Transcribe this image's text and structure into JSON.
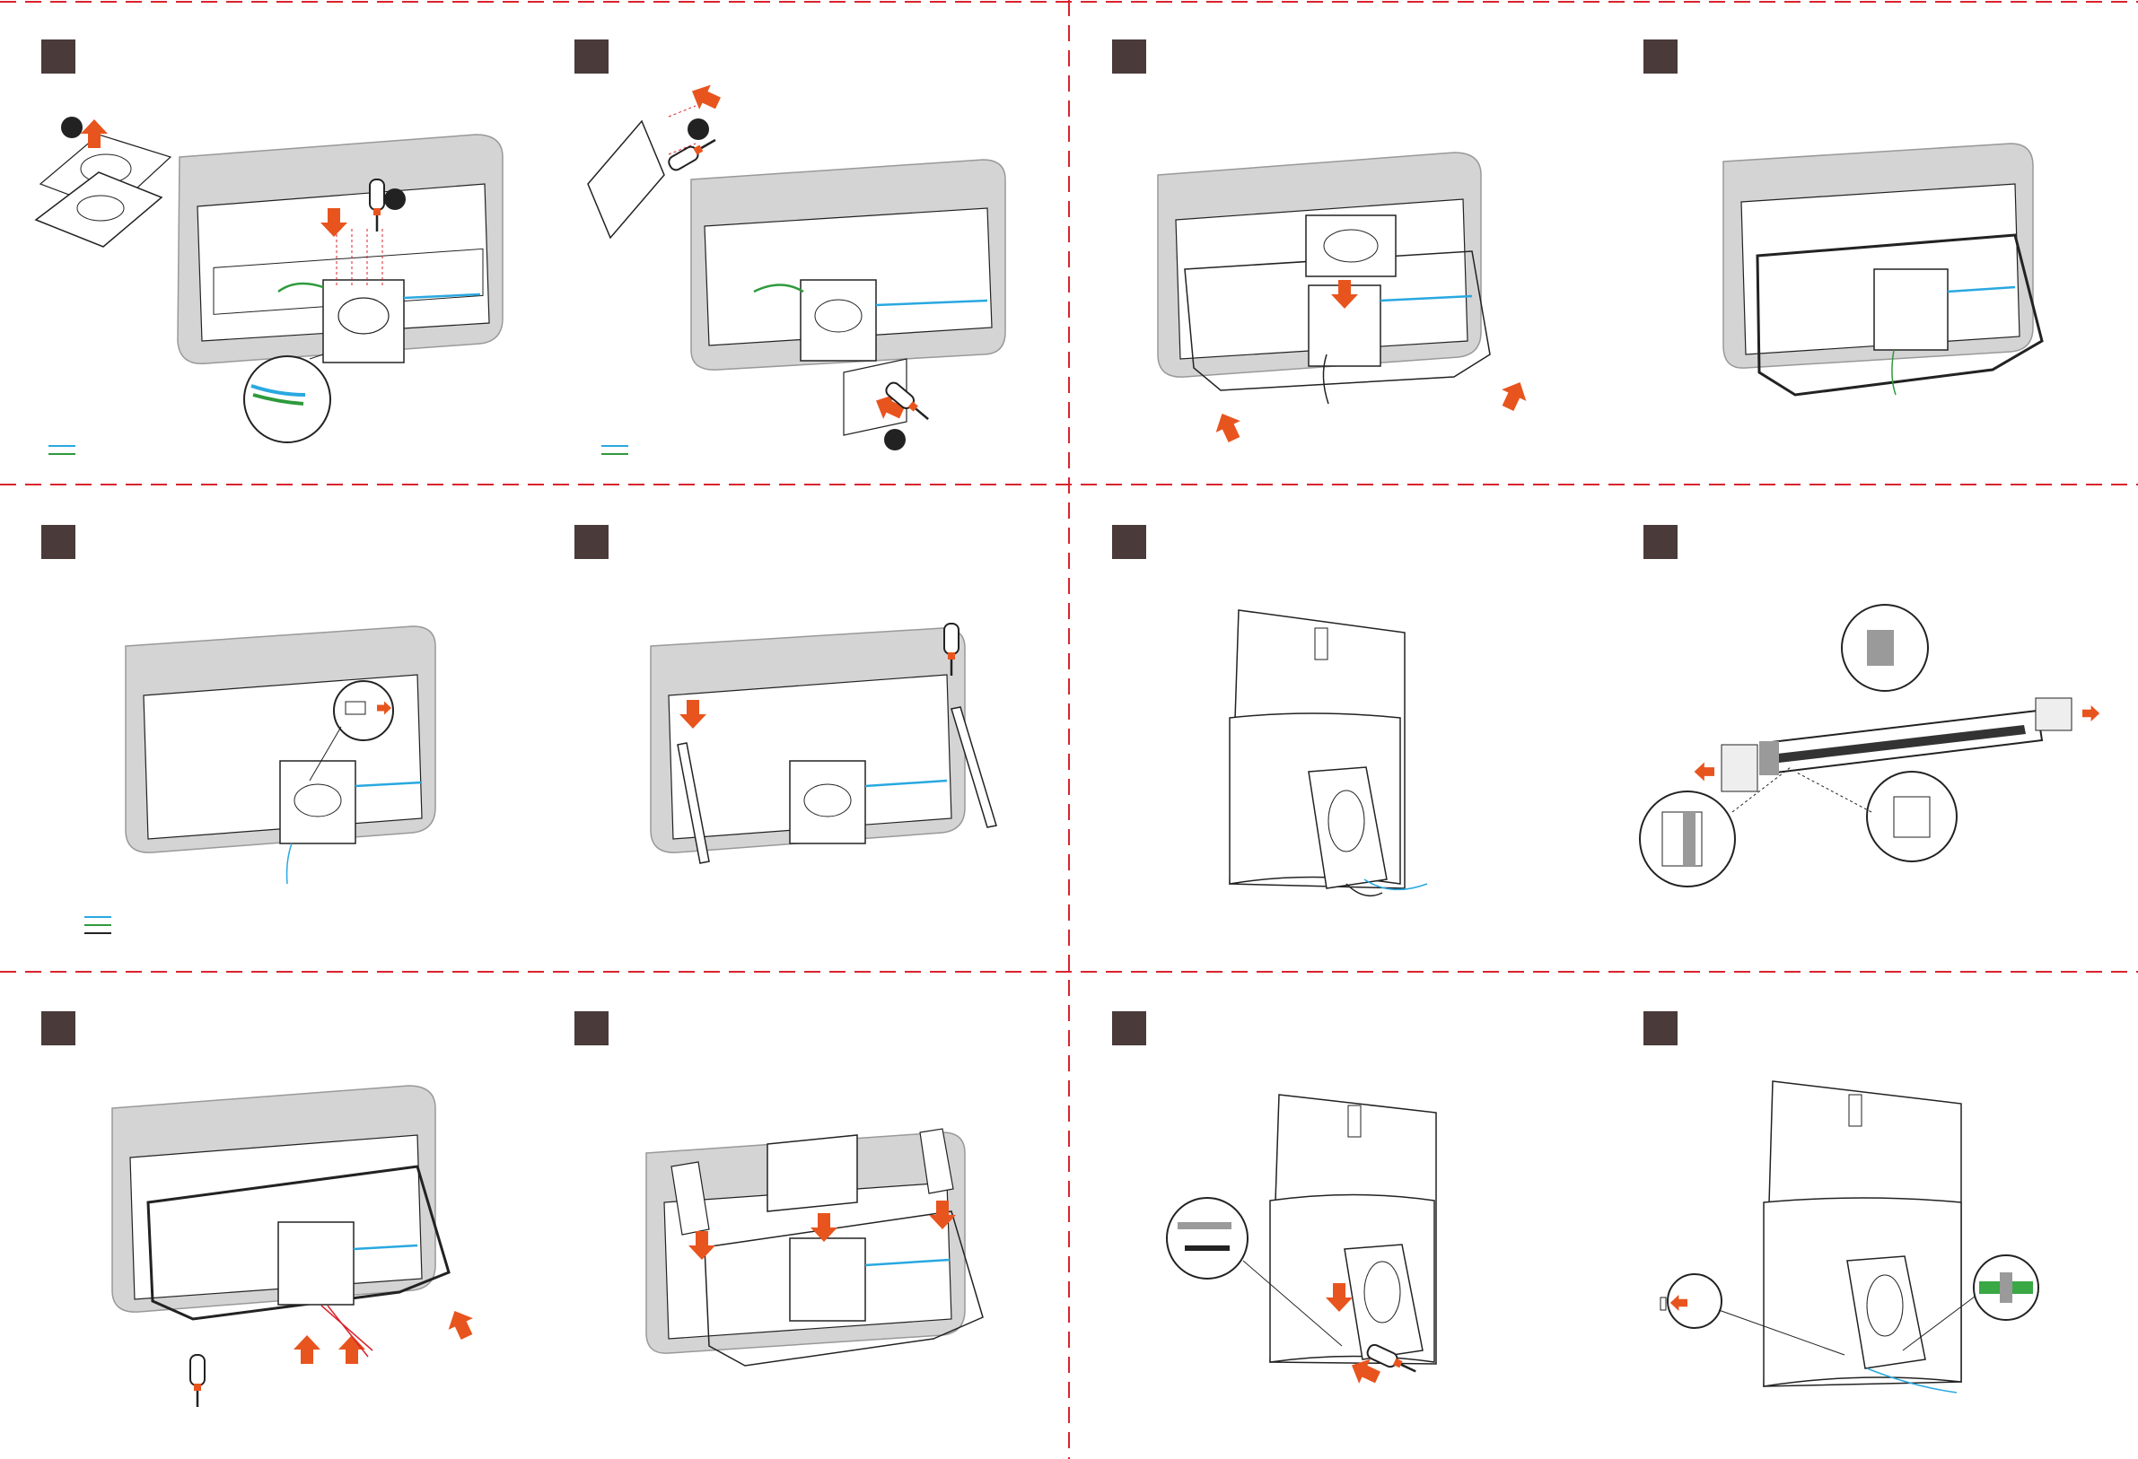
{
  "document": {
    "layout": {
      "columns": 4,
      "rows": 3
    },
    "colors": {
      "divider": "#d9232e",
      "arrow": "#e8541e",
      "step_badge": "#4a3a3a",
      "tv_frame": "#d4d4d4",
      "line": "#222222",
      "cable_blue": "#29a8e0",
      "cable_green": "#2e9a3c",
      "tape_green": "#3aa845",
      "gray_block": "#9a9a9a",
      "callout_dot": "#222222"
    },
    "panels": [
      {
        "id": 1,
        "scene": "tv-back-cover-removal",
        "icons": [
          "screwdriver-icon",
          "arrow-up-icon",
          "arrow-down-icon",
          "magnifier-callout-icon",
          "legend-lines-icon"
        ]
      },
      {
        "id": 2,
        "scene": "bracket-plate-mounting",
        "icons": [
          "screwdriver-icon",
          "arrow-left-icon",
          "arrow-up-icon",
          "legend-lines-icon"
        ]
      },
      {
        "id": 3,
        "scene": "stand-cover-placement",
        "icons": [
          "arrow-down-icon",
          "arrow-up-icon"
        ]
      },
      {
        "id": 4,
        "scene": "stand-attached",
        "icons": []
      },
      {
        "id": 5,
        "scene": "cable-connector-callout",
        "icons": [
          "magnifier-callout-icon",
          "legend-lines-icon"
        ]
      },
      {
        "id": 6,
        "scene": "side-rails-screws",
        "icons": [
          "screwdriver-icon",
          "arrow-down-icon",
          "legend-lines-icon"
        ]
      },
      {
        "id": 7,
        "scene": "tv-upright-view",
        "icons": []
      },
      {
        "id": 8,
        "scene": "bar-tape-removal",
        "icons": [
          "hand-icon",
          "arrow-left-icon",
          "arrow-right-icon",
          "magnifier-callout-icon"
        ]
      },
      {
        "id": 9,
        "scene": "bottom-frame-screws",
        "icons": [
          "screwdriver-icon",
          "arrow-up-icon"
        ]
      },
      {
        "id": 10,
        "scene": "cover-panels-attach",
        "icons": [
          "arrow-down-icon"
        ]
      },
      {
        "id": 11,
        "scene": "upright-stand-screw",
        "icons": [
          "screwdriver-icon",
          "arrow-down-icon",
          "magnifier-callout-icon"
        ]
      },
      {
        "id": 12,
        "scene": "power-cable-clip",
        "icons": [
          "plug-icon",
          "cable-clip-icon",
          "arrow-left-icon"
        ]
      }
    ]
  }
}
